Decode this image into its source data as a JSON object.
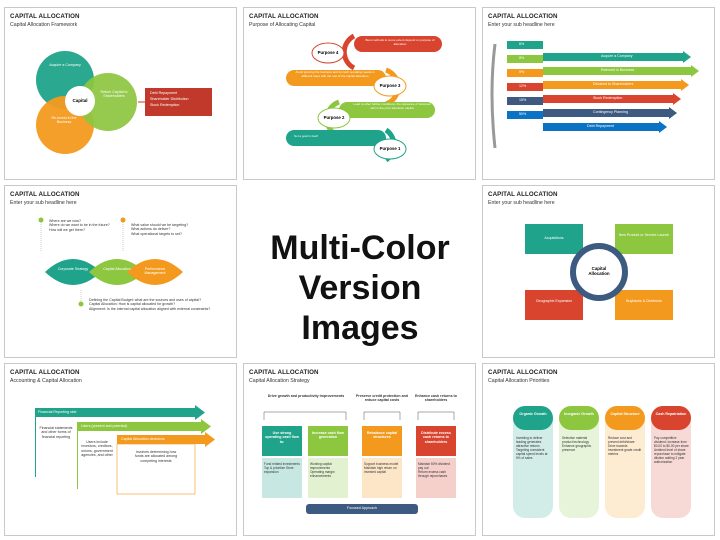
{
  "center": {
    "line1": "Multi-Color",
    "line2": "Version Images"
  },
  "slides": [
    {
      "title": "CAPITAL ALLOCATION",
      "subtitle": "Capital Allocation Framework",
      "circle_top": "Acquire a Company",
      "circle_left": "Re-invest in the Business",
      "circle_right": "Return Capital to Shareholders",
      "center": "Capital",
      "box_items": [
        "Debt Repayment",
        "Shareholder Distribution",
        "Stock Redemption"
      ]
    },
    {
      "title": "CAPITAL ALLOCATION",
      "subtitle": "Purpose of Allocating Capital",
      "purposes": [
        "Purpose 4",
        "Purpose 3",
        "Purpose 2",
        "Purpose 1"
      ],
      "notes": [
        "Best methods to some extent depend on purpose of allocation",
        "Avoid growing the business and its cash operating needs in different ways with the rest of the capital allocation",
        "Lead to other further conditions, the relevance of business with in the prior allocation capital",
        "Not a goal in itself"
      ]
    },
    {
      "title": "CAPITAL ALLOCATION",
      "subtitle": "Enter your sub headline here",
      "pcts": [
        "6%",
        "8%",
        "9%",
        "12%",
        "15%",
        "50%"
      ],
      "arrows": [
        "Acquire a Company",
        "Reinvest in Business",
        "Dividend to Shareholders",
        "Stock Redemption",
        "Contingency Planning",
        "Debt Repayment"
      ]
    },
    {
      "title": "CAPITAL ALLOCATION",
      "subtitle": "Enter your sub headline here",
      "q_left": [
        "Where are we now?",
        "Where do we want to be in the future?",
        "How will we get there?"
      ],
      "q_right": [
        "What value should we be targeting?",
        "What actions do deliver?",
        "What operational targets to set?"
      ],
      "leaves": [
        "Corporate Strategy",
        "Capital Allocation",
        "Performance Management"
      ],
      "bottom": [
        "Defining the Capital Budget: what are the sources and uses of capital?",
        "Capital Allocation: How is capital allocated for growth?",
        "Alignment: Is the internal capital allocation aligned with external constraints?"
      ]
    },
    {
      "title": "CAPITAL ALLOCATION",
      "subtitle": "Enter your sub headline here",
      "center": "Capital Allocation",
      "quads": [
        "Acquisitions",
        "New Product or Service Launch",
        "Geographic Expansion",
        "Buybacks & Dividends"
      ]
    },
    {
      "title": "CAPITAL ALLOCATION",
      "subtitle": "Accounting & Capital Allocation",
      "bars": [
        "Financial Reporting side",
        "Users (present and potential)",
        "Capital Allocation decisions"
      ],
      "cols": [
        "Financial statements and other forms of financial reporting",
        "Users include investors, creditors, unions, government agencies, and other",
        "Involves determining how funds are allocated among competing interests"
      ]
    },
    {
      "title": "CAPITAL ALLOCATION",
      "subtitle": "Capital Allocation Strategy",
      "heads": [
        "Drive growth and productivity improvements",
        "Preserve credit protection and reduce capital costs",
        "Enhance cash returns to shareholders"
      ],
      "cards": [
        "Use strong operating cash flow to:",
        "Increase cash flow generation",
        "Rebalance capital structures",
        "Distribute excess cash returns to shareholders"
      ],
      "bullets": [
        [
          "Fund related investments",
          "Top & prioritize Store expansion"
        ],
        [
          "Working capital improvements",
          "Operating margin enhancements"
        ],
        [
          "Support business model",
          "Maintain high return on invested capital"
        ],
        [
          "Maintain 50% dividend pay out",
          "Return excess cash through repurchases"
        ]
      ],
      "footer": "Focused Approach"
    },
    {
      "title": "CAPITAL ALLOCATION",
      "subtitle": "Capital Allocation Priorities",
      "cols": [
        "Organic Growth",
        "Inorganic Growth",
        "Capital Structure",
        "Cash Repatriation"
      ],
      "texts": [
        [
          "Investing to deliver leading generates attractive returns",
          "Targeting consistent capital spend levels at 5% of sales"
        ],
        [
          "Selective material product technology",
          "Enhance geographic presence"
        ],
        [
          "Reduce cost and prevent debt/share",
          "Drive towards investment grade credit metrics"
        ],
        [
          "Pay competitive dividend: increase from $0.00 to $0.00 per share",
          "Ambient level of share repurchase to mitigate dilution adding 2 year authorization"
        ]
      ]
    }
  ]
}
